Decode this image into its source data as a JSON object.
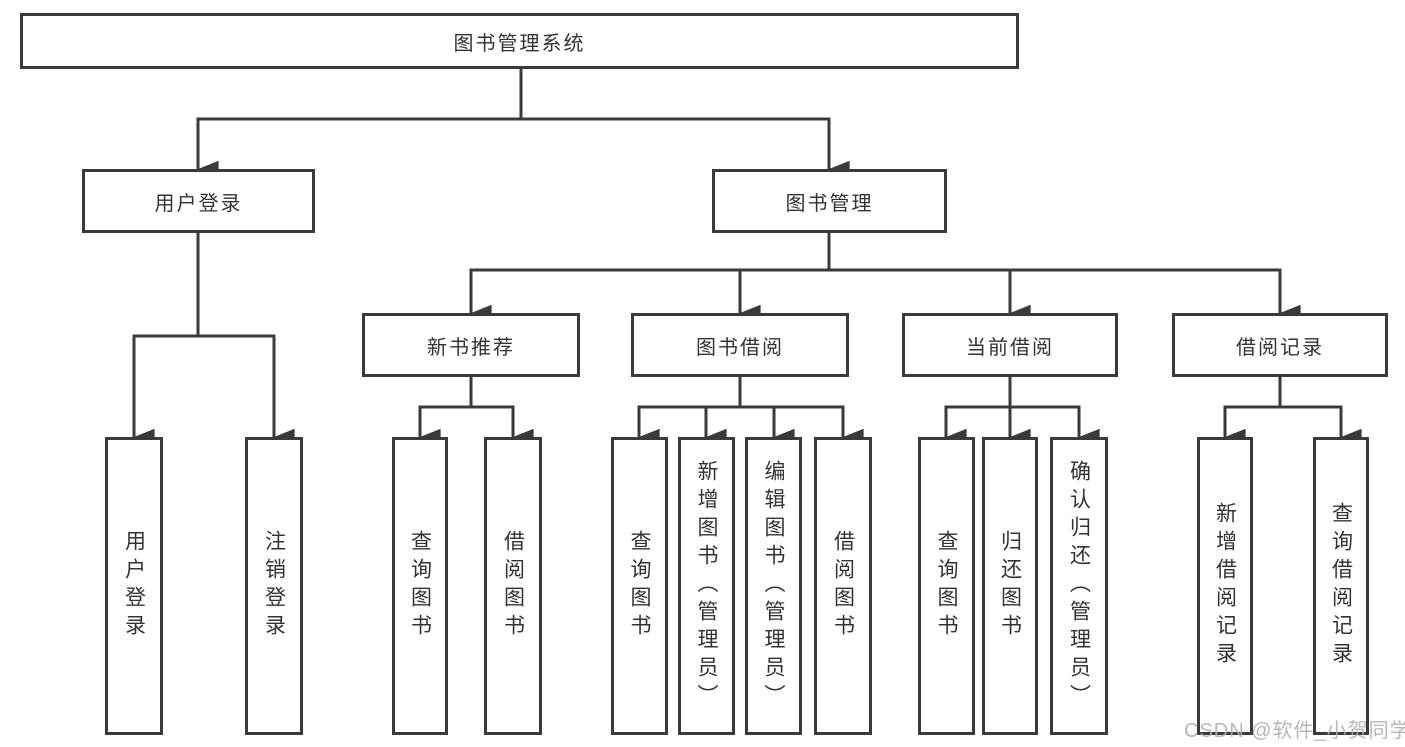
{
  "colors": {
    "line": "#3a3a3a",
    "text": "#333333",
    "watermark": "#b0b0b0",
    "background": "#ffffff"
  },
  "tree": {
    "root": {
      "label": "图书管理系统"
    },
    "branches": {
      "user_login": {
        "label": "用户登录",
        "children": {
          "login": {
            "label": "用户登录"
          },
          "logout": {
            "label": "注销登录"
          }
        }
      },
      "book_management": {
        "label": "图书管理",
        "children": {
          "new_book_recommend": {
            "label": "新书推荐",
            "children": {
              "query_books": {
                "label": "查询图书"
              },
              "borrow_books": {
                "label": "借阅图书"
              }
            }
          },
          "book_borrowing": {
            "label": "图书借阅",
            "children": {
              "query_books": {
                "label": "查询图书"
              },
              "add_books_admin": {
                "label": "新增图书（管理员）"
              },
              "edit_books_admin": {
                "label": "编辑图书（管理员）"
              },
              "borrow_books": {
                "label": "借阅图书"
              }
            }
          },
          "current_borrowing": {
            "label": "当前借阅",
            "children": {
              "query_books": {
                "label": "查询图书"
              },
              "return_books": {
                "label": "归还图书"
              },
              "confirm_return_admin": {
                "label": "确认归还（管理员）"
              }
            }
          },
          "borrowing_records": {
            "label": "借阅记录",
            "children": {
              "add_record": {
                "label": "新增借阅记录"
              },
              "query_record": {
                "label": "查询借阅记录"
              }
            }
          }
        }
      }
    }
  },
  "watermark": {
    "text": "CSDN @软件_小贺同学"
  }
}
